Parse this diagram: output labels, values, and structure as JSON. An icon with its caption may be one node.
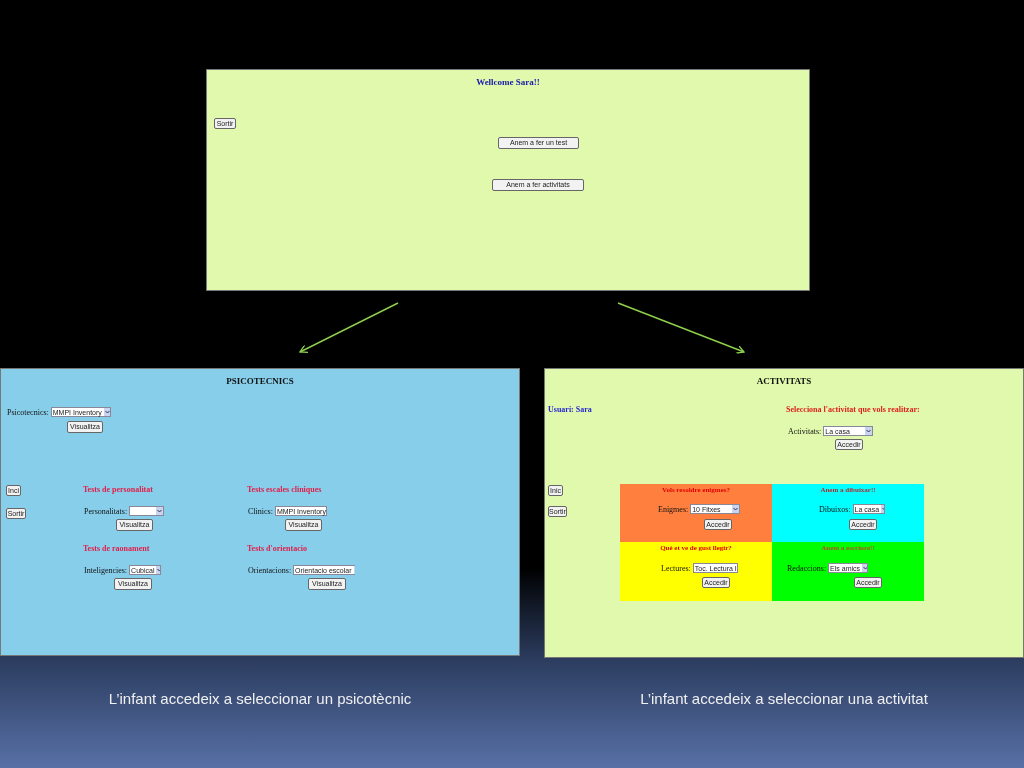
{
  "diagram": {
    "nodes": [
      {
        "text": [
          "Wellcome Sara!!"
        ]
      },
      {
        "text": [
          "Sortir"
        ],
        "in": 0
      },
      {
        "text": [
          "Anem a fer un test"
        ],
        "in": 0
      },
      {
        "text": [
          "Anem a fer activitats"
        ],
        "in": 0
      },
      {
        "text": [
          "PSICOTECNICS"
        ],
        "beside": [
          "L’infant accedeix a seleccionar un psicotècnic"
        ]
      },
      {
        "text": [
          "MMPI Inventory"
        ],
        "in": 4,
        "beside": [
          "Psicotecnics:"
        ]
      },
      {
        "text": [
          "Visualitza"
        ],
        "in": 4
      },
      {
        "text": [
          "Inci"
        ],
        "in": 4
      },
      {
        "text": [
          "Sortir"
        ],
        "in": 4
      },
      {
        "text": [],
        "shape": "box",
        "in": 4,
        "beside": [
          "Personalitats:"
        ]
      },
      {
        "text": [
          "Visualitza"
        ],
        "in": 4
      },
      {
        "text": [
          "MMPI Inventory"
        ],
        "in": 4,
        "beside": [
          "Clinics:"
        ]
      },
      {
        "text": [
          "Visualitza"
        ],
        "in": 4
      },
      {
        "text": [
          "Cubical"
        ],
        "in": 4,
        "beside": [
          "Inteligencies:"
        ]
      },
      {
        "text": [
          "Visualitza"
        ],
        "in": 4
      },
      {
        "text": [
          "Orientacio escolar"
        ],
        "in": 4,
        "beside": [
          "Orientacions:"
        ]
      },
      {
        "text": [
          "Visualitza"
        ],
        "in": 4
      },
      {
        "text": [
          "ACTIVITATS"
        ],
        "beside": [
          "L’infant accedeix a seleccionar una activitat"
        ]
      },
      {
        "text": [
          "La casa"
        ],
        "in": 17,
        "beside": [
          "Activitats:"
        ]
      },
      {
        "text": [
          "Accedir"
        ],
        "in": 17
      },
      {
        "text": [
          "Inic"
        ],
        "in": 17
      },
      {
        "text": [
          "Sortir"
        ],
        "in": 17
      },
      {
        "text": [
          "Vols resoldre enigmes?"
        ],
        "in": 17
      },
      {
        "text": [
          "10 Fitxes"
        ],
        "in": 22,
        "beside": [
          "Enigmes:"
        ]
      },
      {
        "text": [
          "Accedir"
        ],
        "in": 22
      },
      {
        "text": [
          "Anem a dibuixar!!"
        ],
        "in": 17
      },
      {
        "text": [
          "La casa"
        ],
        "in": 25,
        "beside": [
          "Dibuixos:"
        ]
      },
      {
        "text": [
          "Accedir"
        ],
        "in": 25
      },
      {
        "text": [
          "Què et ve de gust llegir?"
        ],
        "in": 17
      },
      {
        "text": [
          "Toc. Lectura I"
        ],
        "in": 28,
        "beside": [
          "Lectures:"
        ]
      },
      {
        "text": [
          "Accedir"
        ],
        "in": 28
      },
      {
        "text": [
          "Anem a escriure!!"
        ],
        "in": 17
      },
      {
        "text": [
          "Els amics"
        ],
        "in": 31,
        "beside": [
          "Redaccions:"
        ]
      },
      {
        "text": [
          "Accedir"
        ],
        "in": 31
      }
    ],
    "edges": [
      {
        "from": 0,
        "to": 4,
        "arrow": "to"
      },
      {
        "from": 0,
        "to": 17,
        "arrow": "to"
      }
    ],
    "labels": [
      "Tests de personalitat",
      "Tests escales cliniques",
      "Tests de raonament",
      "Tests d'orientacio",
      "Usuari: Sara",
      "Selecciona l'activitat que vols realitzar:"
    ]
  }
}
